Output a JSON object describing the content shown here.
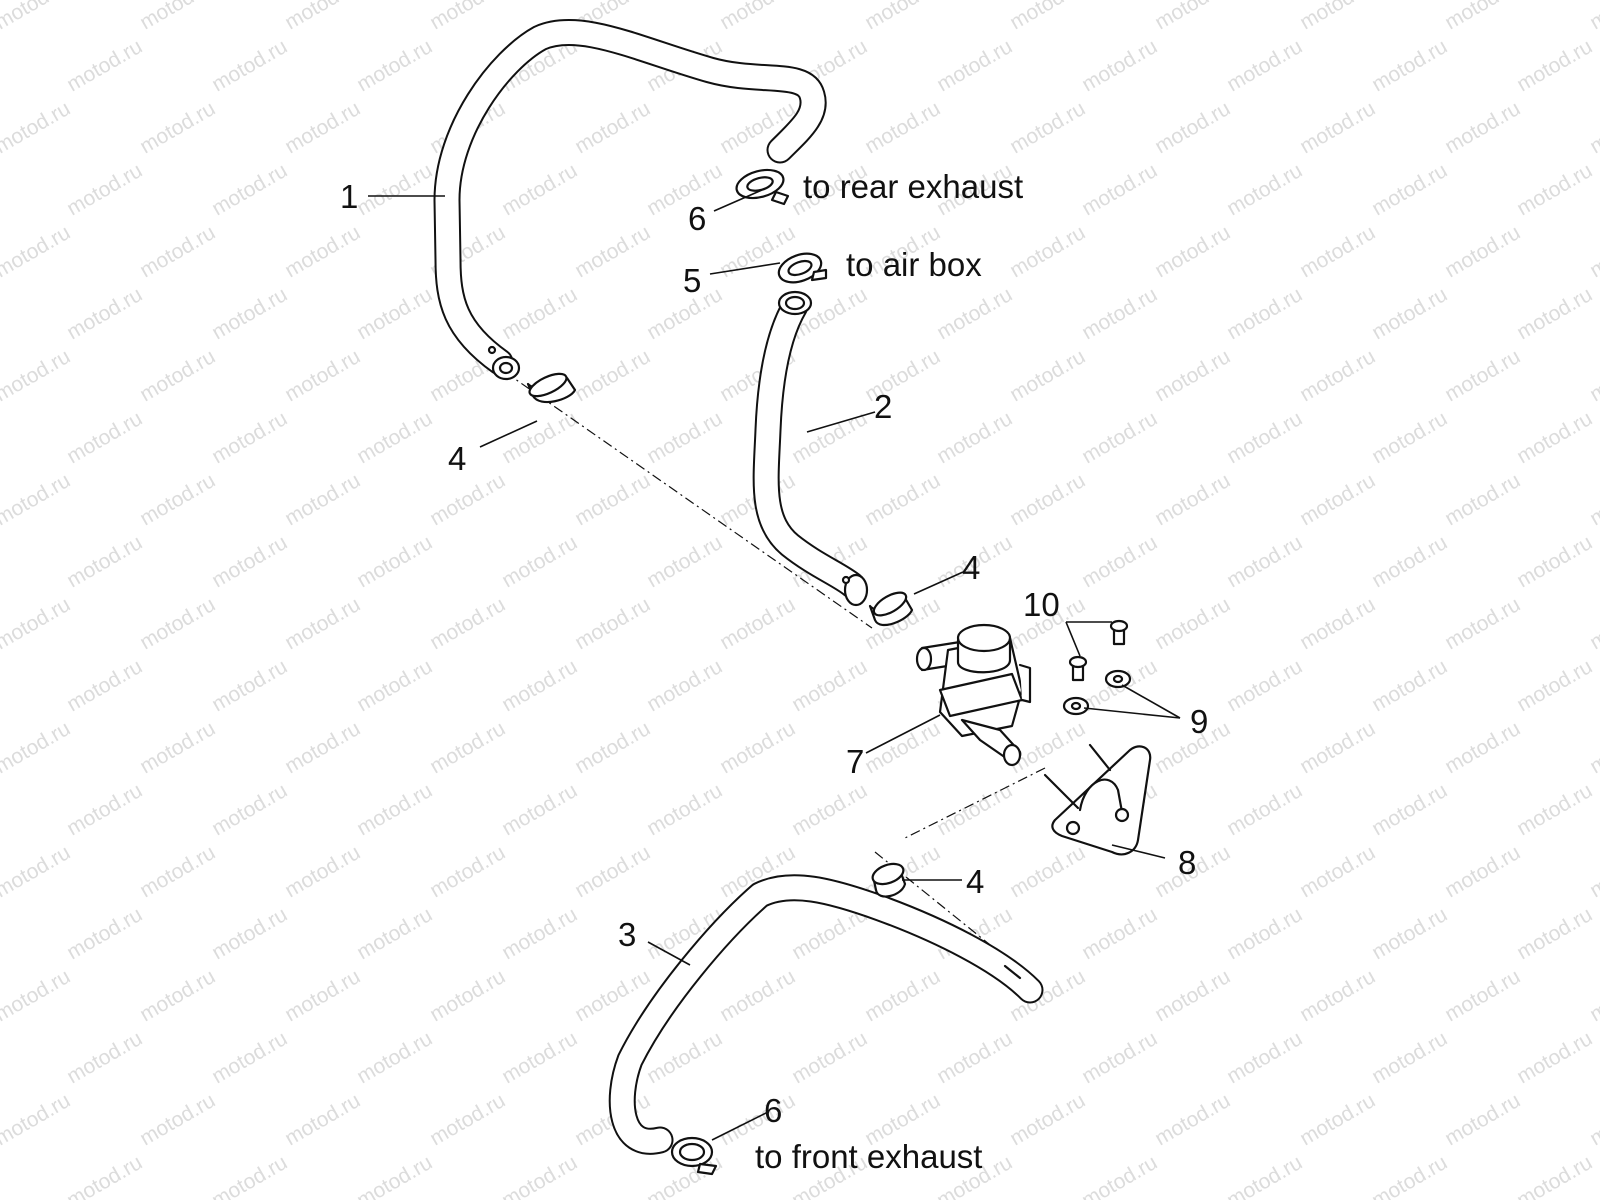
{
  "watermark": {
    "text": "motod.ru"
  },
  "callouts": [
    {
      "id": "c1",
      "label": "1"
    },
    {
      "id": "c2",
      "label": "2"
    },
    {
      "id": "c3",
      "label": "3"
    },
    {
      "id": "c4a",
      "label": "4"
    },
    {
      "id": "c4b",
      "label": "4"
    },
    {
      "id": "c4c",
      "label": "4"
    },
    {
      "id": "c5",
      "label": "5"
    },
    {
      "id": "c6a",
      "label": "6"
    },
    {
      "id": "c6b",
      "label": "6"
    },
    {
      "id": "c7",
      "label": "7"
    },
    {
      "id": "c8",
      "label": "8"
    },
    {
      "id": "c9",
      "label": "9"
    },
    {
      "id": "c10",
      "label": "10"
    }
  ],
  "notes": {
    "rear_exhaust": "to rear exhaust",
    "air_box": "to air box",
    "front_exhaust": "to front exhaust"
  }
}
